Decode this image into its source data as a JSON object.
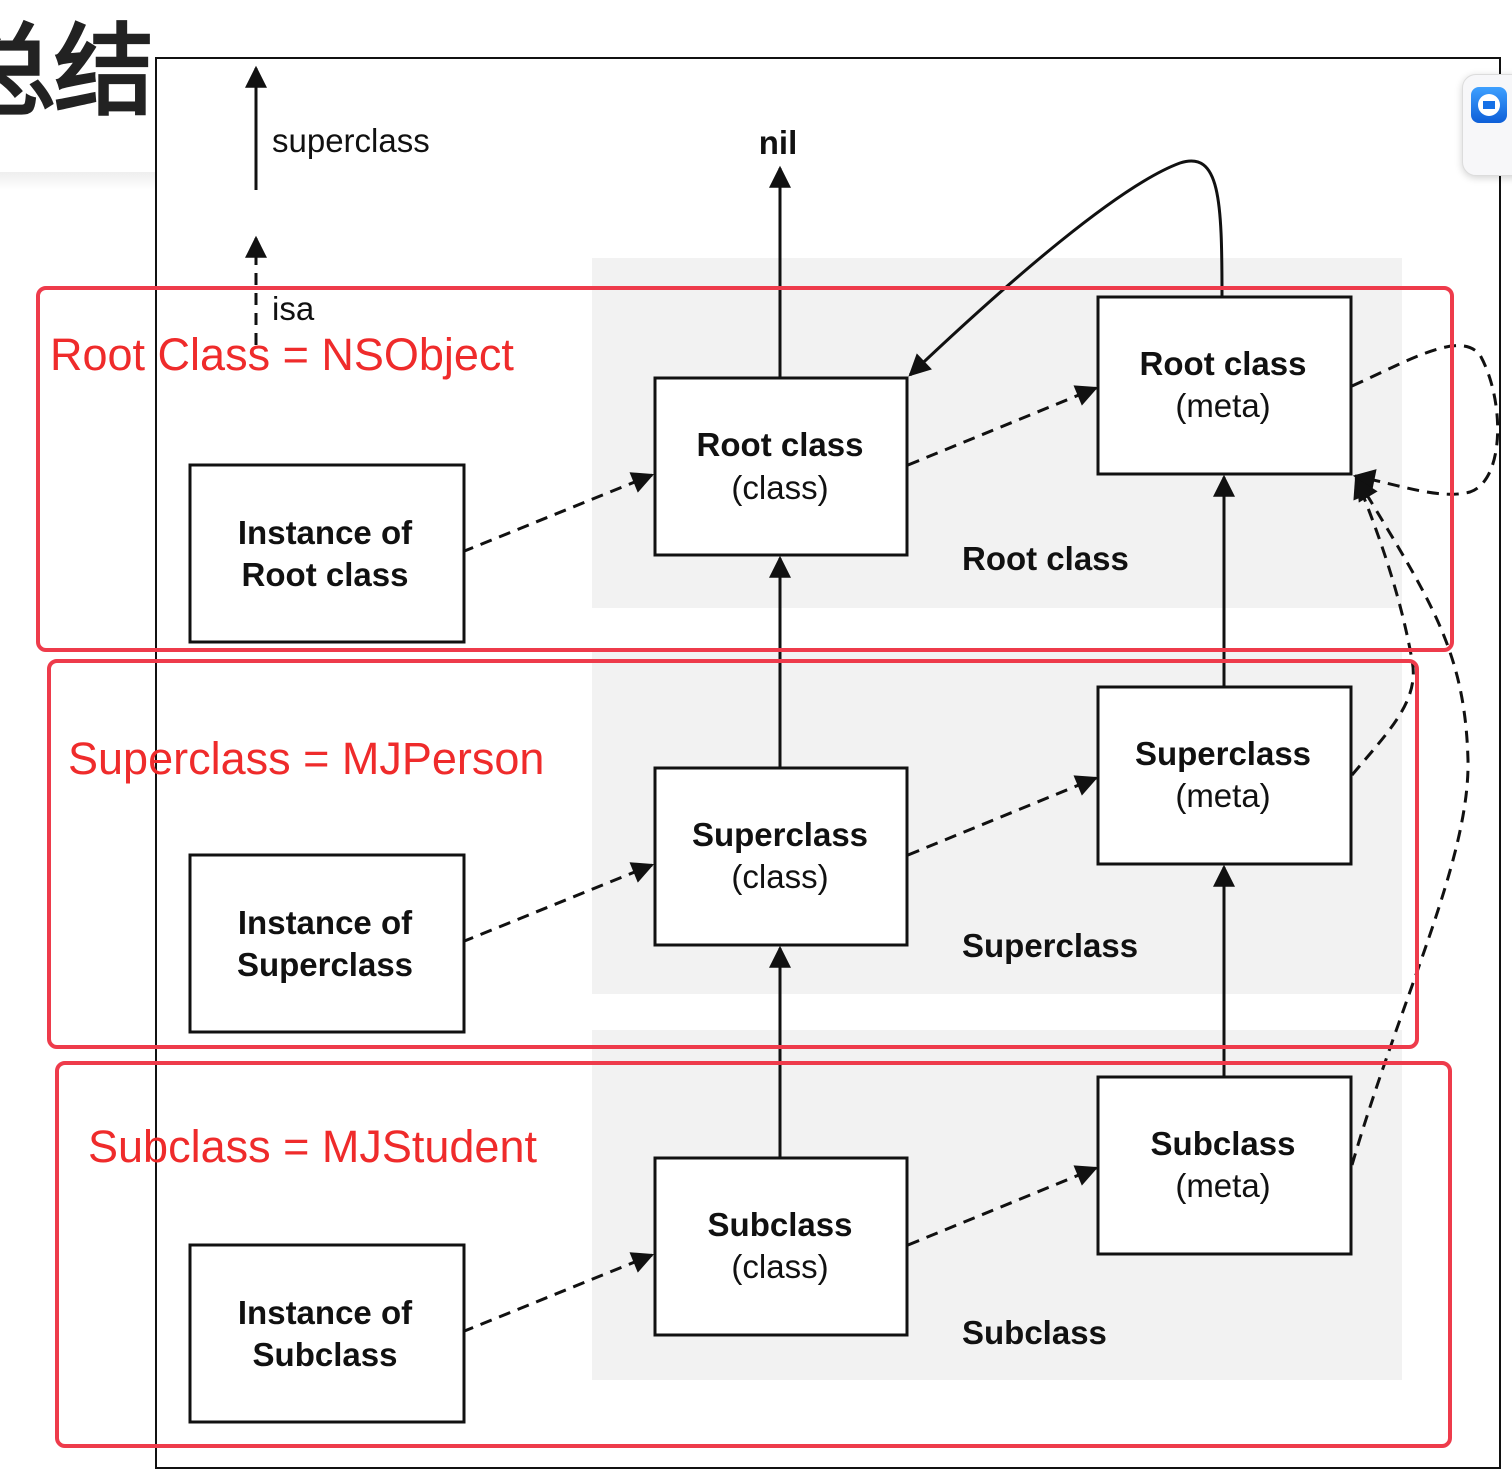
{
  "page": {
    "title": "总结"
  },
  "legend": {
    "superclass_label": "superclass",
    "isa_label": "isa"
  },
  "top": {
    "nil_label": "nil"
  },
  "nodes": {
    "instance_root": {
      "line1": "Instance of",
      "line2": "Root class"
    },
    "instance_super": {
      "line1": "Instance of",
      "line2": "Superclass"
    },
    "instance_sub": {
      "line1": "Instance of",
      "line2": "Subclass"
    },
    "root_class": {
      "line1": "Root class",
      "line2": "(class)"
    },
    "super_class": {
      "line1": "Superclass",
      "line2": "(class)"
    },
    "sub_class": {
      "line1": "Subclass",
      "line2": "(class)"
    },
    "root_meta": {
      "line1": "Root class",
      "line2": "(meta)"
    },
    "super_meta": {
      "line1": "Superclass",
      "line2": "(meta)"
    },
    "sub_meta": {
      "line1": "Subclass",
      "line2": "(meta)"
    }
  },
  "bands": {
    "root": "Root class",
    "super": "Superclass",
    "sub": "Subclass"
  },
  "annotations": {
    "root": "Root Class = NSObject",
    "super": "Superclass = MJPerson",
    "sub": "Subclass = MJStudent"
  },
  "colors": {
    "annotation_red": "#ee3b4b",
    "band_gray": "#f2f2f2",
    "line_black": "#111111"
  },
  "widget": {
    "icon": "teamviewer-icon"
  }
}
